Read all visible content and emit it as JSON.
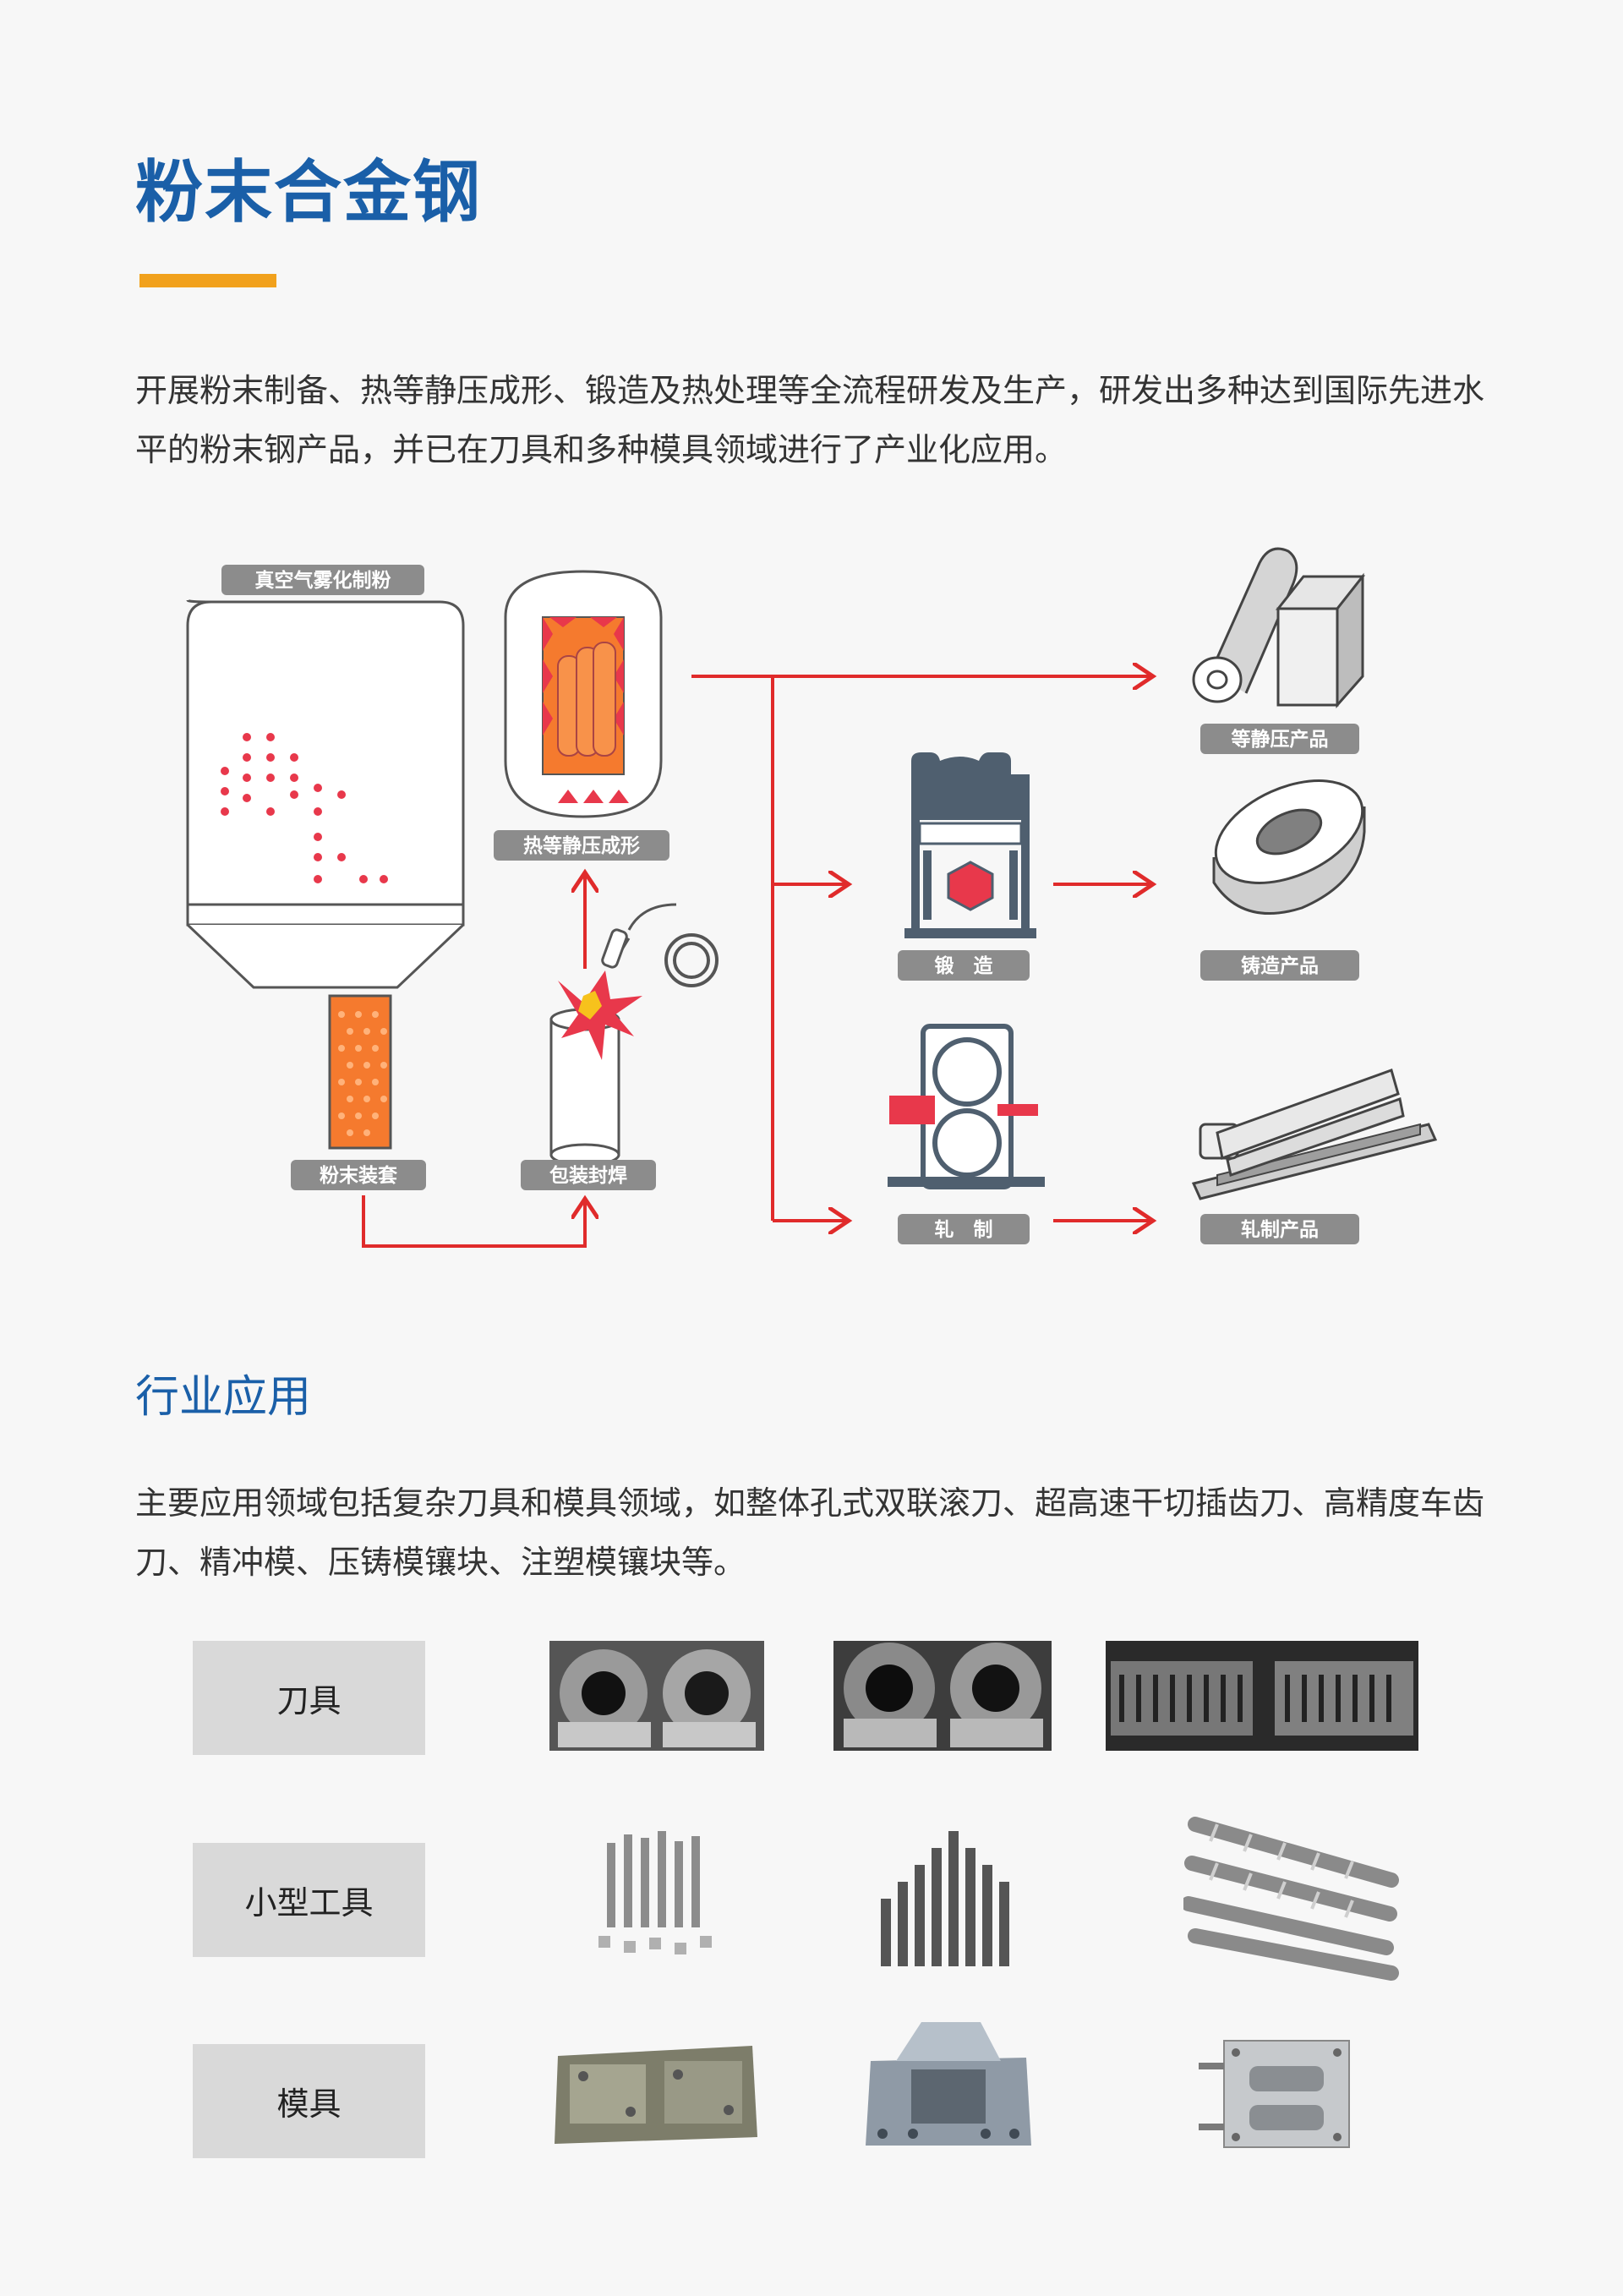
{
  "title": "粉末合金钢",
  "intro": "开展粉末制备、热等静压成形、锻造及热处理等全流程研发及生产，研发出多种达到国际先进水平的粉末钢产品，并已在刀具和多种模具领域进行了产业化应用。",
  "process": {
    "atomize": "真空气雾化制粉",
    "hip": "热等静压成形",
    "powder_fill": "粉末装套",
    "seal_weld": "包装封焊",
    "forge": "锻　造",
    "roll": "轧　制",
    "hip_product": "等静压产品",
    "forged_product": "铸造产品",
    "rolled_product": "轧制产品"
  },
  "applications_title": "行业应用",
  "applications_text": "主要应用领域包括复杂刀具和模具领域，如整体孔式双联滚刀、超高速干切插齿刀、高精度车齿刀、精冲模、压铸模镶块、注塑模镶块等。",
  "applications": [
    {
      "label": "刀具"
    },
    {
      "label": "小型工具"
    },
    {
      "label": "模具"
    }
  ],
  "colors": {
    "title": "#1a5fa8",
    "accent_bar": "#f1a11c",
    "arrow": "#e02b2b",
    "tag": "#8c8c8c"
  }
}
